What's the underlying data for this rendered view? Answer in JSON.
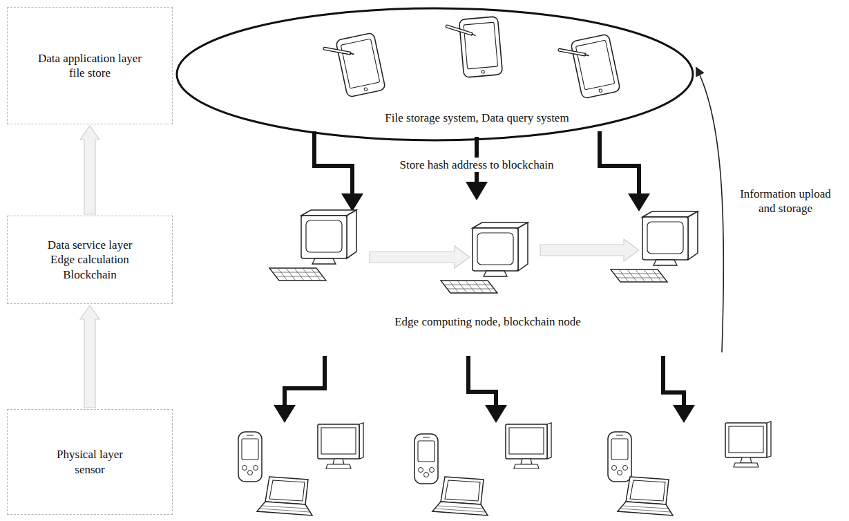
{
  "diagram": {
    "nodes": [
      {
        "text": [
          "Data application layer file store"
        ]
      },
      {
        "text": [
          "Data service layer Edge calculation Blockchain"
        ]
      },
      {
        "text": [
          "Physical layer sensor"
        ]
      },
      {
        "text": [
          "File storage system, Data query system"
        ]
      }
    ],
    "edges": [
      {
        "from": 1,
        "to": 0,
        "arrow": "to"
      },
      {
        "from": 2,
        "to": 1,
        "arrow": "to"
      }
    ],
    "labels": [
      "Store hash address to blockchain",
      "Edge computing node, blockchain node",
      "Information upload and storage"
    ]
  }
}
